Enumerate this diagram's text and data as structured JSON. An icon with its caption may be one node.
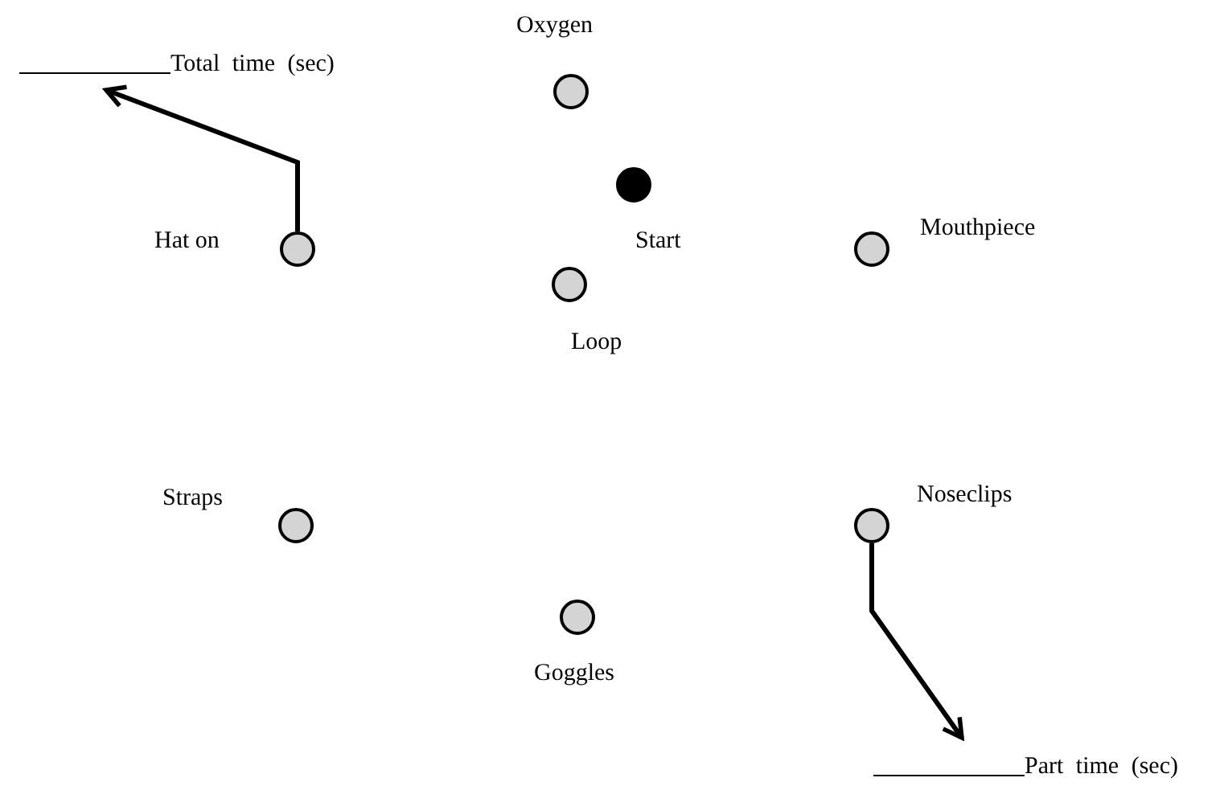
{
  "diagram": {
    "nodes": [
      {
        "text": [
          "Total time (sec)"
        ]
      },
      {
        "text": [
          "Oxygen"
        ]
      },
      {
        "text": [
          "Start"
        ]
      },
      {
        "text": [
          "Hat on"
        ]
      },
      {
        "text": [
          "Mouthpiece"
        ]
      },
      {
        "text": [
          "Loop"
        ]
      },
      {
        "text": [
          "Straps"
        ]
      },
      {
        "text": [
          "Noseclips"
        ]
      },
      {
        "text": [
          "Goggles"
        ]
      },
      {
        "text": [
          "Part time (sec)"
        ]
      }
    ],
    "edges": [
      {
        "from": 3,
        "to": 0,
        "arrow": "to"
      },
      {
        "from": 7,
        "to": 9,
        "arrow": "to"
      }
    ]
  }
}
